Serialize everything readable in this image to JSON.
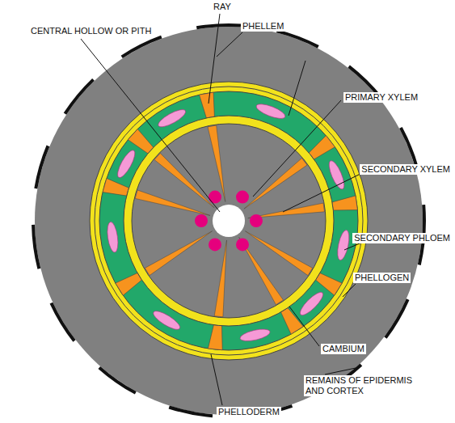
{
  "diagram": {
    "labels": [
      "RAY",
      "PHELLEM",
      "CENTRAL HOLLOW OR PITH",
      "PRIMARY XYLEM",
      "SECONDARY XYLEM",
      "SECONDARY PHLOEM",
      "PHELLOGEN",
      "CAMBIUM",
      "REMAINS OF EPIDERMIS AND CORTEX",
      "PHELLODERM"
    ]
  }
}
